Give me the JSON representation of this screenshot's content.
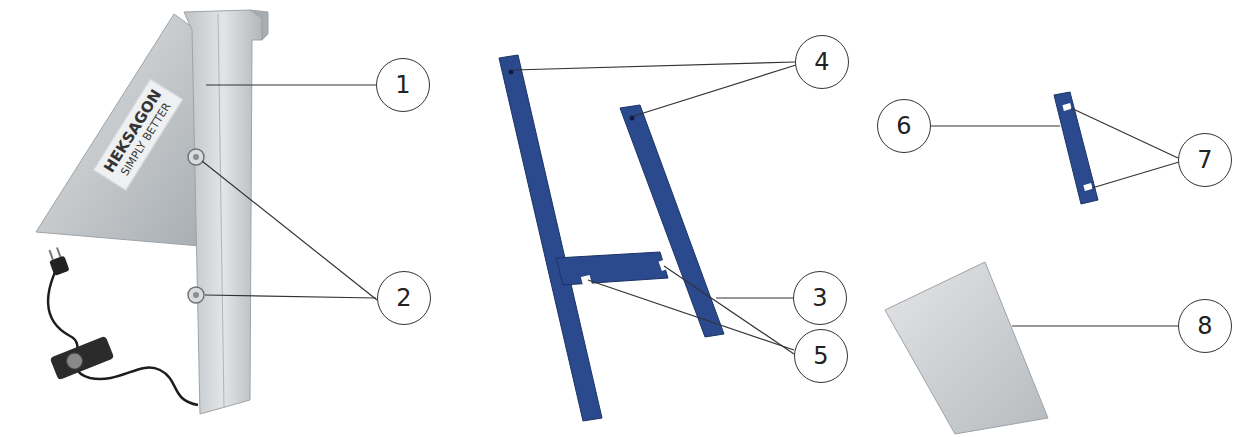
{
  "diagram": {
    "nodes": [
      {
        "text": [
          "1"
        ]
      },
      {
        "text": [
          "2"
        ]
      },
      {
        "text": [
          "3"
        ]
      },
      {
        "text": [
          "4"
        ]
      },
      {
        "text": [
          "5"
        ]
      },
      {
        "text": [
          "6"
        ]
      },
      {
        "text": [
          "7"
        ]
      },
      {
        "text": [
          "8"
        ]
      }
    ],
    "labels": [
      "HEKSAGON",
      "SIMPLY BETTER"
    ]
  }
}
